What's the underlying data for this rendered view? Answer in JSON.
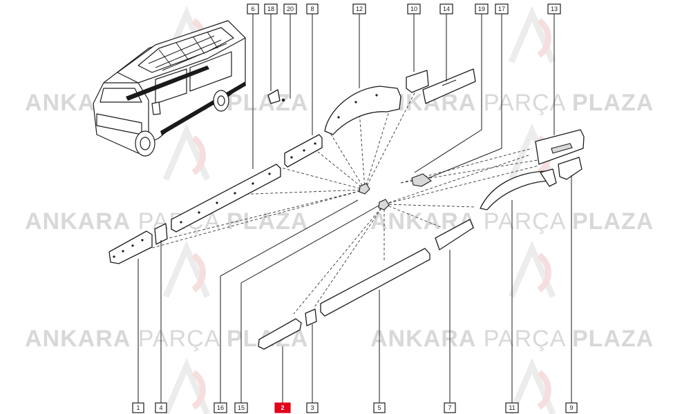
{
  "watermark": {
    "name_parts": [
      "ANKARA",
      " PARÇA ",
      "PLAZA"
    ],
    "accent_color": "#e3001b"
  },
  "highlighted_part": "2",
  "callouts": {
    "top": [
      "6",
      "18",
      "20",
      "8",
      "12",
      "10",
      "14",
      "19",
      "17",
      "13"
    ],
    "bottom": [
      "1",
      "4",
      "16",
      "15",
      "2",
      "3",
      "5",
      "7",
      "11",
      "9"
    ]
  }
}
